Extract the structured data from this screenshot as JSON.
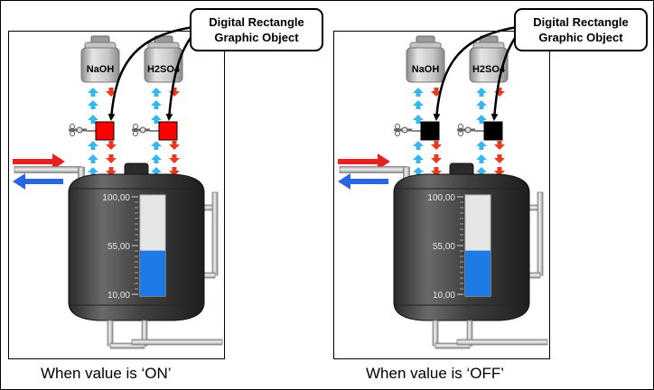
{
  "callouts": [
    {
      "line1": "Digital Rectangle",
      "line2": "Graphic Object"
    },
    {
      "line1": "Digital Rectangle",
      "line2": "Graphic Object"
    }
  ],
  "panels": [
    {
      "state": "ON",
      "rect_color": "#ff0000",
      "bottles": [
        "NaOH",
        "H2SO4"
      ],
      "scale": [
        "100,00",
        "55,00",
        "10,00"
      ],
      "caption": "When value is ‘ON’"
    },
    {
      "state": "OFF",
      "rect_color": "#000000",
      "bottles": [
        "NaOH",
        "H2SO4"
      ],
      "scale": [
        "100,00",
        "55,00",
        "10,00"
      ],
      "caption": "When value is ‘OFF’"
    }
  ],
  "colors": {
    "level_fill": "#1e7be6",
    "tank_body": "#3d3d3d",
    "arrow_up": "#35b6f0",
    "arrow_down": "#e83a22",
    "inlet_red": "#e82020",
    "inlet_blue": "#2a66e0"
  },
  "level_fraction": 0.45
}
